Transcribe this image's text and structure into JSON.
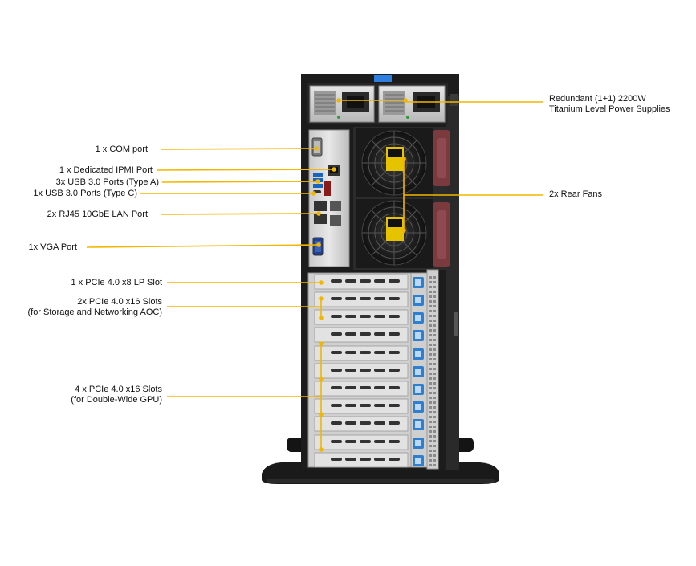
{
  "callouts": {
    "psu": [
      "Redundant (1+1) 2200W",
      "Titanium Level Power Supplies"
    ],
    "com": "1 x COM  port",
    "ipmi": "1 x Dedicated IPMI Port",
    "usb_a": "3x USB 3.0 Ports (Type A)",
    "usb_c": "1x USB 3.0 Ports (Type C)",
    "lan": "2x RJ45 10GbE LAN Port",
    "vga": "1x VGA  Port",
    "fans": "2x Rear Fans",
    "pcie_lp": "1 x PCIe 4.0 x8 LP Slot",
    "pcie_storage": [
      "2x PCIe 4.0 x16 Slots",
      "(for Storage and Networking AOC)"
    ],
    "pcie_gpu": [
      "4 x PCIe 4.0 x16 Slots",
      "(for Double-Wide GPU)"
    ]
  },
  "colors": {
    "leader": "#f2b600",
    "chassis": "#1c1c1c",
    "panel": "#d7d7d7",
    "retainer": "#2e7fd0",
    "fan_handle": "#7a3a3e"
  }
}
